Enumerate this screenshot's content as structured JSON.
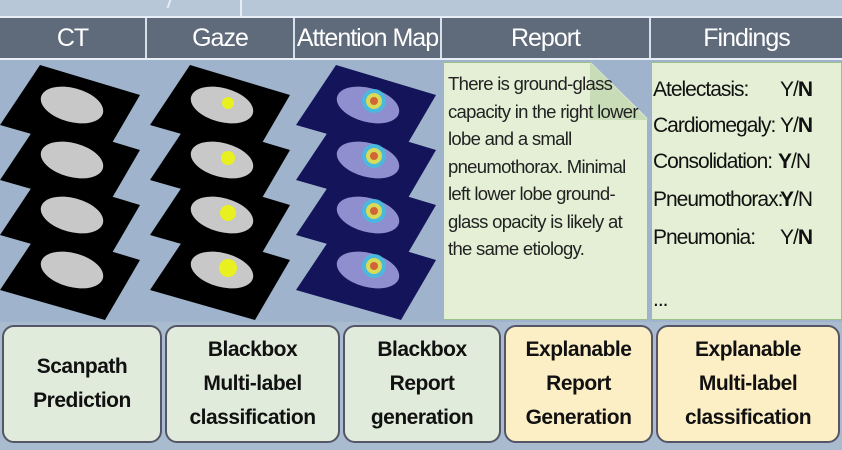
{
  "header": {
    "columns": [
      "CT",
      "Gaze",
      "Attention Map",
      "Report",
      "Findings"
    ]
  },
  "report": {
    "text": "There is ground-glass capacity in the right lower lobe and a small pneumothorax. Minimal left lower lobe ground-glass opacity is likely at the same etiology."
  },
  "findings": [
    {
      "label": "Atelectasis:",
      "yes": "Y",
      "sep": "/",
      "no": "N",
      "selected": "N"
    },
    {
      "label": "Cardiomegaly:",
      "yes": "Y",
      "sep": "/",
      "no": "N",
      "selected": "N"
    },
    {
      "label": "Consolidation:",
      "yes": "Y",
      "sep": "/",
      "no": "N",
      "selected": "Y"
    },
    {
      "label": "Pneumothorax:",
      "yes": "Y",
      "sep": "/",
      "no": "N",
      "selected": "Y"
    },
    {
      "label": "Pneumonia:",
      "yes": "Y",
      "sep": "/",
      "no": "N",
      "selected": "N"
    }
  ],
  "findings_more": "...",
  "tasks": [
    {
      "lines": [
        "Scanpath",
        "Prediction"
      ],
      "color": "green"
    },
    {
      "lines": [
        "Blackbox",
        "Multi-label",
        "classification"
      ],
      "color": "green"
    },
    {
      "lines": [
        "Blackbox",
        "Report generation"
      ],
      "color": "green"
    },
    {
      "lines": [
        "Explanable",
        "Report",
        "Generation"
      ],
      "color": "yellow"
    },
    {
      "lines": [
        "Explanable",
        "Multi-label",
        "classification"
      ],
      "color": "yellow"
    }
  ]
}
